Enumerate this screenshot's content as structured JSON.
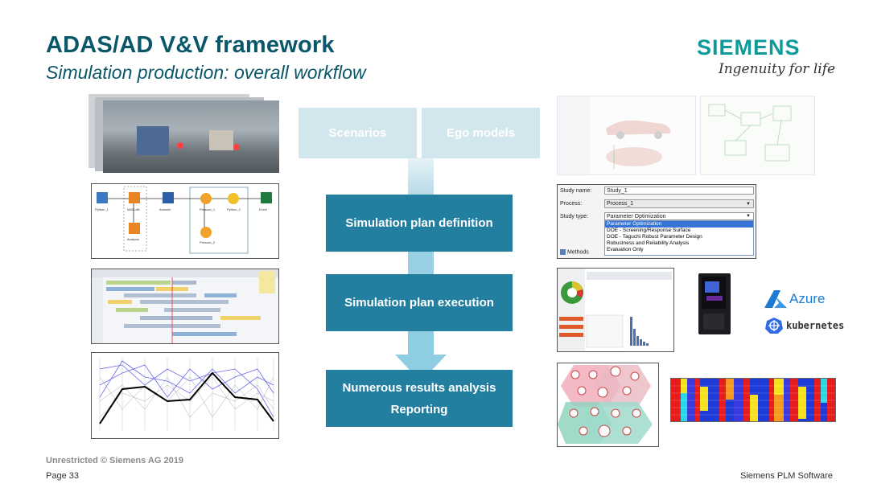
{
  "header": {
    "title": "ADAS/AD V&V framework",
    "subtitle": "Simulation production: overall workflow"
  },
  "brand": {
    "logo": "SIEMENS",
    "tagline": "Ingenuity for life"
  },
  "workflow": {
    "scenarios": "Scenarios",
    "ego_models": "Ego models",
    "plan_definition": "Simulation plan definition",
    "plan_execution": "Simulation plan execution",
    "results_analysis": "Numerous results analysis",
    "reporting": "Reporting"
  },
  "study_dialog": {
    "study_name_label": "Study name:",
    "study_name_value": "Study_1",
    "process_label": "Process:",
    "process_value": "Process_1",
    "study_type_label": "Study type:",
    "study_type_value": "Parameter Optimization",
    "methods_label": "Methods",
    "options": [
      "Parameter Optimization",
      "DOE - Screening/Response Surface",
      "DOE - Taguchi Robust Parameter Design",
      "Robustness and Reliability Analysis",
      "Evaluation Only"
    ]
  },
  "cloud": {
    "azure": "Azure",
    "kubernetes": "kubernetes"
  },
  "footer": {
    "classification": "Unrestricted © Siemens AG 2019",
    "page": "Page 33",
    "company": "Siemens PLM Software"
  },
  "colors": {
    "title": "#0a5769",
    "accent": "#237fa0",
    "light_accent": "#d2e6ed",
    "brand": "#0f9a9a"
  }
}
